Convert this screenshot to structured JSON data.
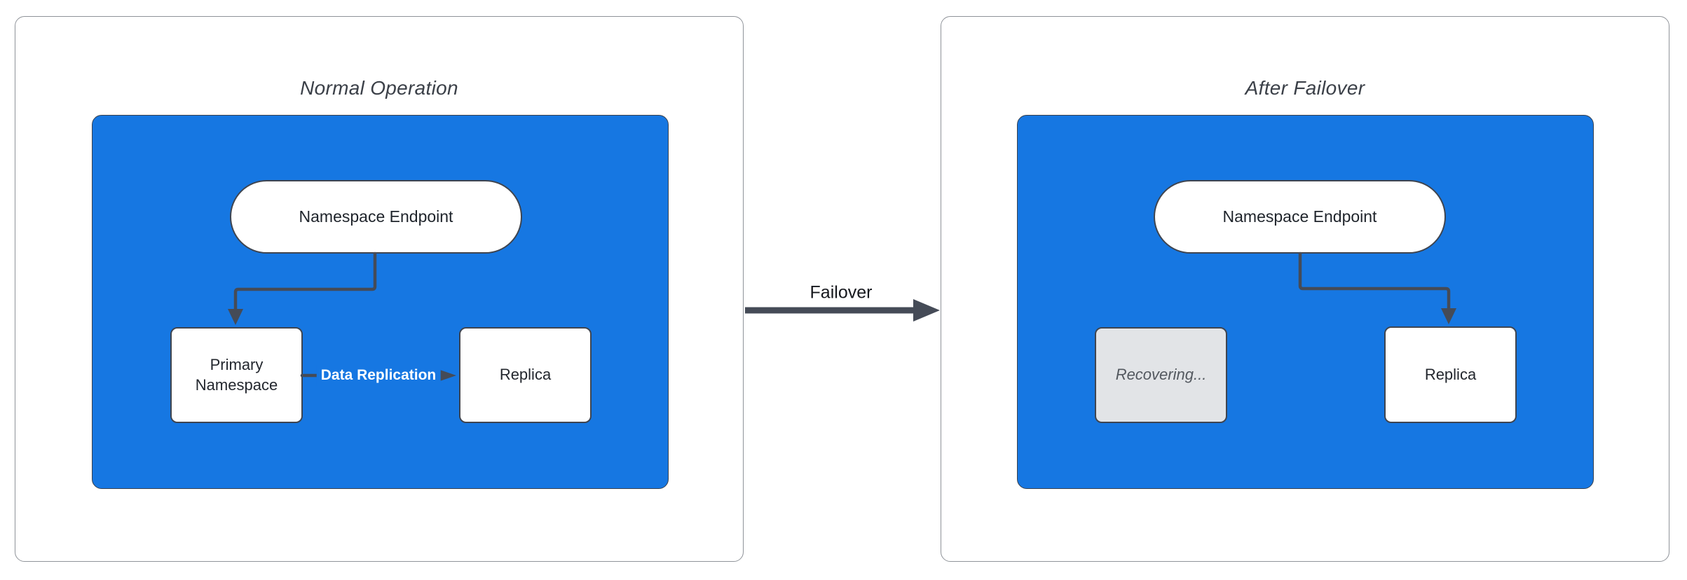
{
  "diagram": {
    "left_panel": {
      "title": "Normal Operation",
      "endpoint_label": "Namespace Endpoint",
      "primary_label": "Primary Namespace",
      "replica_label": "Replica",
      "replication_label": "Data Replication"
    },
    "right_panel": {
      "title": "After Failover",
      "endpoint_label": "Namespace Endpoint",
      "recovering_label": "Recovering...",
      "replica_label": "Replica"
    },
    "failover_label": "Failover"
  },
  "colors": {
    "container_blue": "#1677e2",
    "connector_dark": "#454b57",
    "node_border": "#3f4550",
    "panel_border": "#8f9399",
    "node_text": "#23272e",
    "title_text": "#3b4048",
    "recovering_fill": "#e2e4e7",
    "recovering_text": "#53585f",
    "replication_label_text": "#ffffff",
    "failover_label_text": "#16181d"
  }
}
